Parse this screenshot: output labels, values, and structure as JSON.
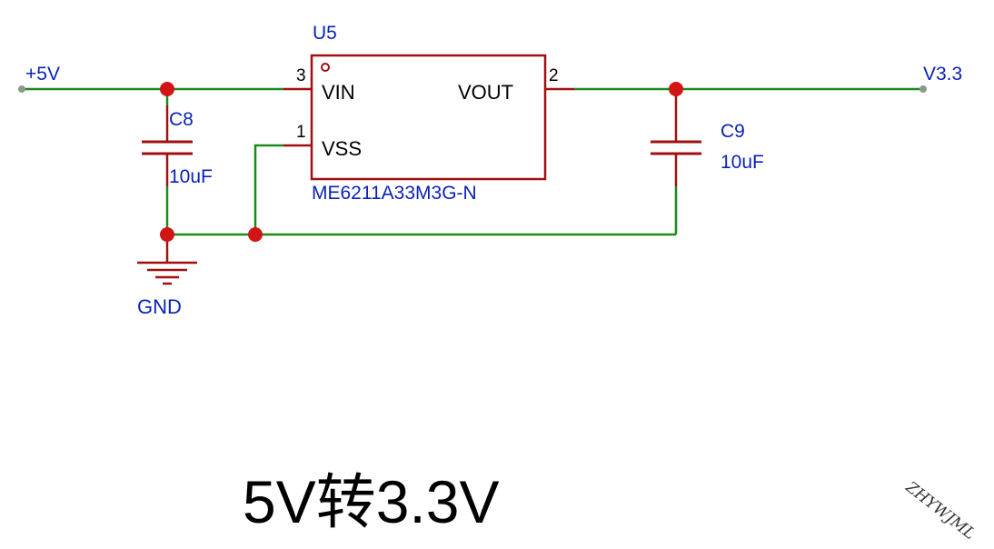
{
  "schematic": {
    "net_in": "+5V",
    "net_out": "V3.3",
    "net_gnd": "GND",
    "regulator": {
      "ref": "U5",
      "part": "ME6211A33M3G-N",
      "pin_vin": "VIN",
      "pin_vout": "VOUT",
      "pin_vss": "VSS",
      "pin_vin_num": "3",
      "pin_vout_num": "2",
      "pin_vss_num": "1"
    },
    "c_in": {
      "ref": "C8",
      "value": "10uF"
    },
    "c_out": {
      "ref": "C9",
      "value": "10uF"
    }
  },
  "caption": "5V转3.3V",
  "watermark": "ZHYWJML",
  "colors": {
    "wire": "#1a8a1a",
    "component": "#a01010",
    "junction": "#d11414",
    "net_label": "#0a22b8",
    "designator": "#0a22b8",
    "pin_text": "#000000"
  }
}
